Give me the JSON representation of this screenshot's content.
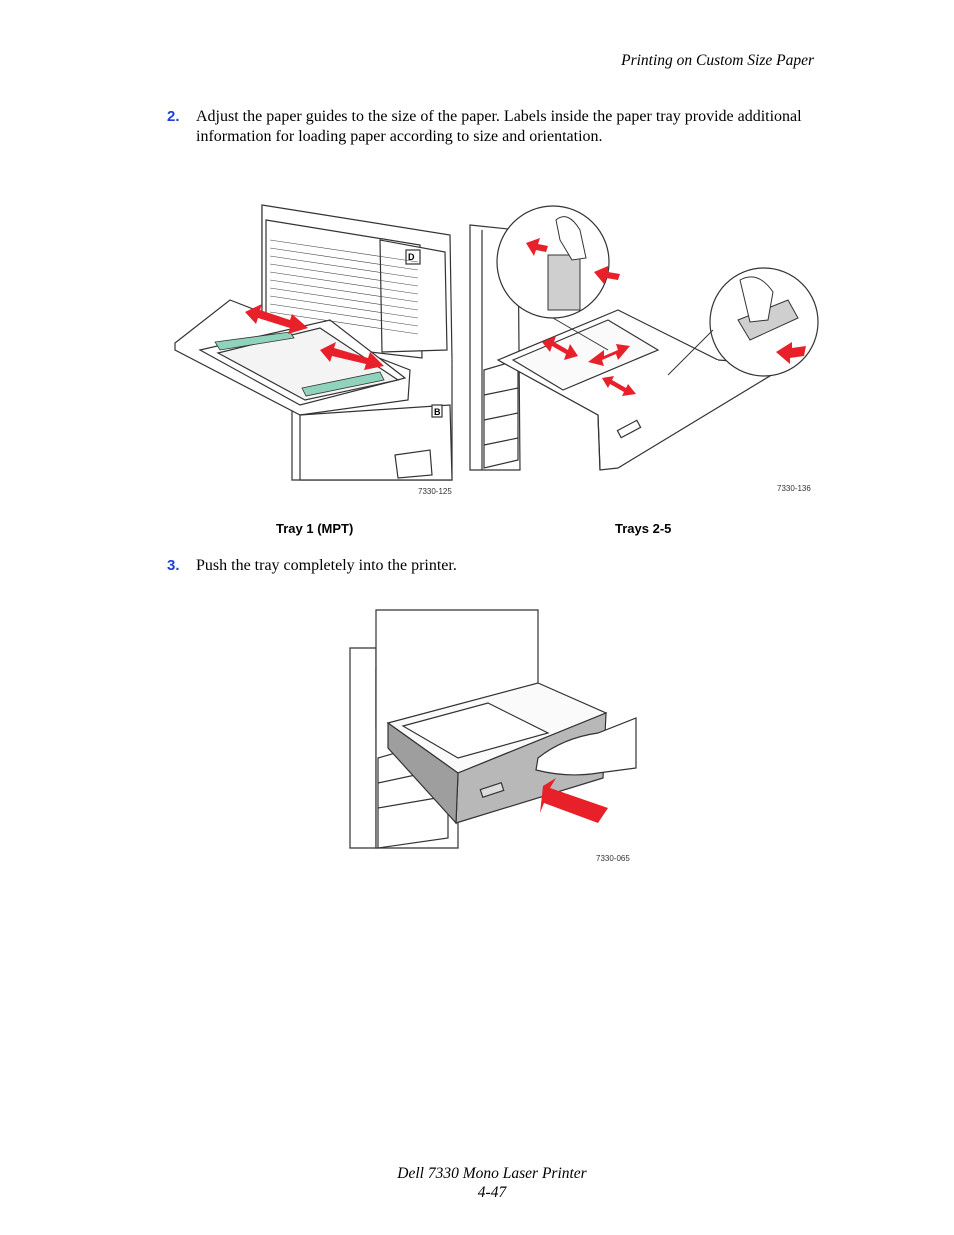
{
  "header": {
    "title": "Printing on Custom Size Paper"
  },
  "steps": [
    {
      "number": "2.",
      "text": "Adjust the paper guides to the size of the paper. Labels inside the paper tray provide additional information for loading paper according to size and orientation."
    },
    {
      "number": "3.",
      "text": "Push the tray completely into the printer."
    }
  ],
  "figures": {
    "tray1": {
      "code": "7330-125",
      "caption": "Tray 1 (MPT)",
      "labels": [
        "D",
        "B"
      ]
    },
    "trays25": {
      "code": "7330-136",
      "caption": "Trays 2-5"
    },
    "push": {
      "code": "7330-065"
    }
  },
  "footer": {
    "product": "Dell 7330 Mono Laser Printer",
    "page": "4-47"
  },
  "colors": {
    "step_number": "#1f3fd8",
    "arrow": "#e8202a",
    "guide": "#8fd3bd",
    "line": "#333333"
  }
}
